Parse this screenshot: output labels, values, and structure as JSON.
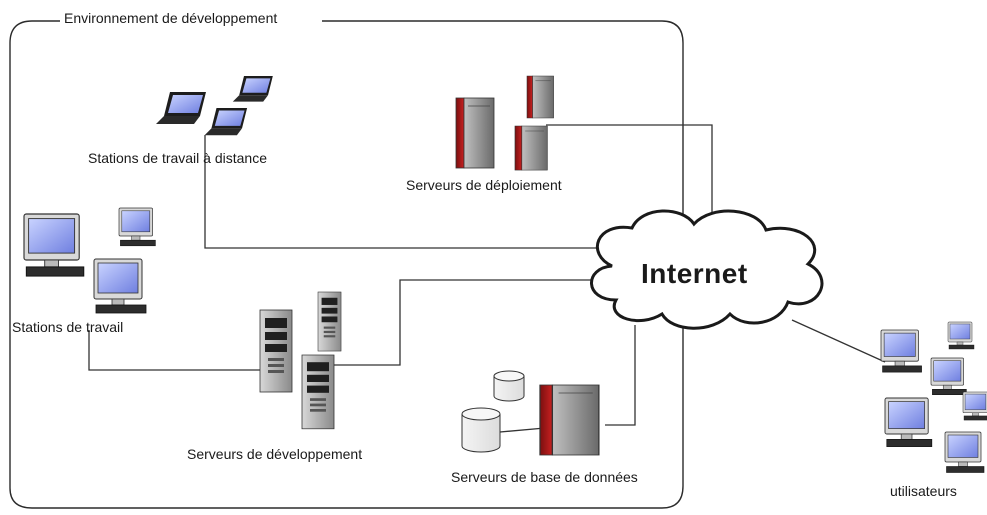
{
  "environment": {
    "title": "Environnement de développement"
  },
  "cloud": {
    "label": "Internet"
  },
  "groups": {
    "remote_workstations": "Stations de travail à distance",
    "deployment_servers": "Serveurs de déploiement",
    "workstations": "Stations de travail",
    "development_servers": "Serveurs de développement",
    "database_servers": "Serveurs de base de données",
    "users": "utilisateurs"
  }
}
